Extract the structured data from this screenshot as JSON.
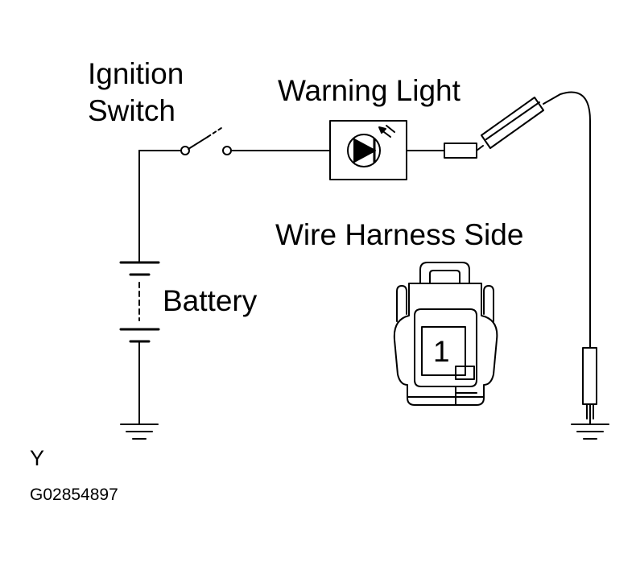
{
  "labels": {
    "ignition_line1": "Ignition",
    "ignition_line2": "Switch",
    "warning_light": "Warning Light",
    "wire_harness_side": "Wire Harness Side",
    "battery": "Battery",
    "pin_number": "1",
    "corner_letter": "Y",
    "figure_code": "G02854897"
  },
  "colors": {
    "line": "#000000",
    "background": "#ffffff"
  }
}
